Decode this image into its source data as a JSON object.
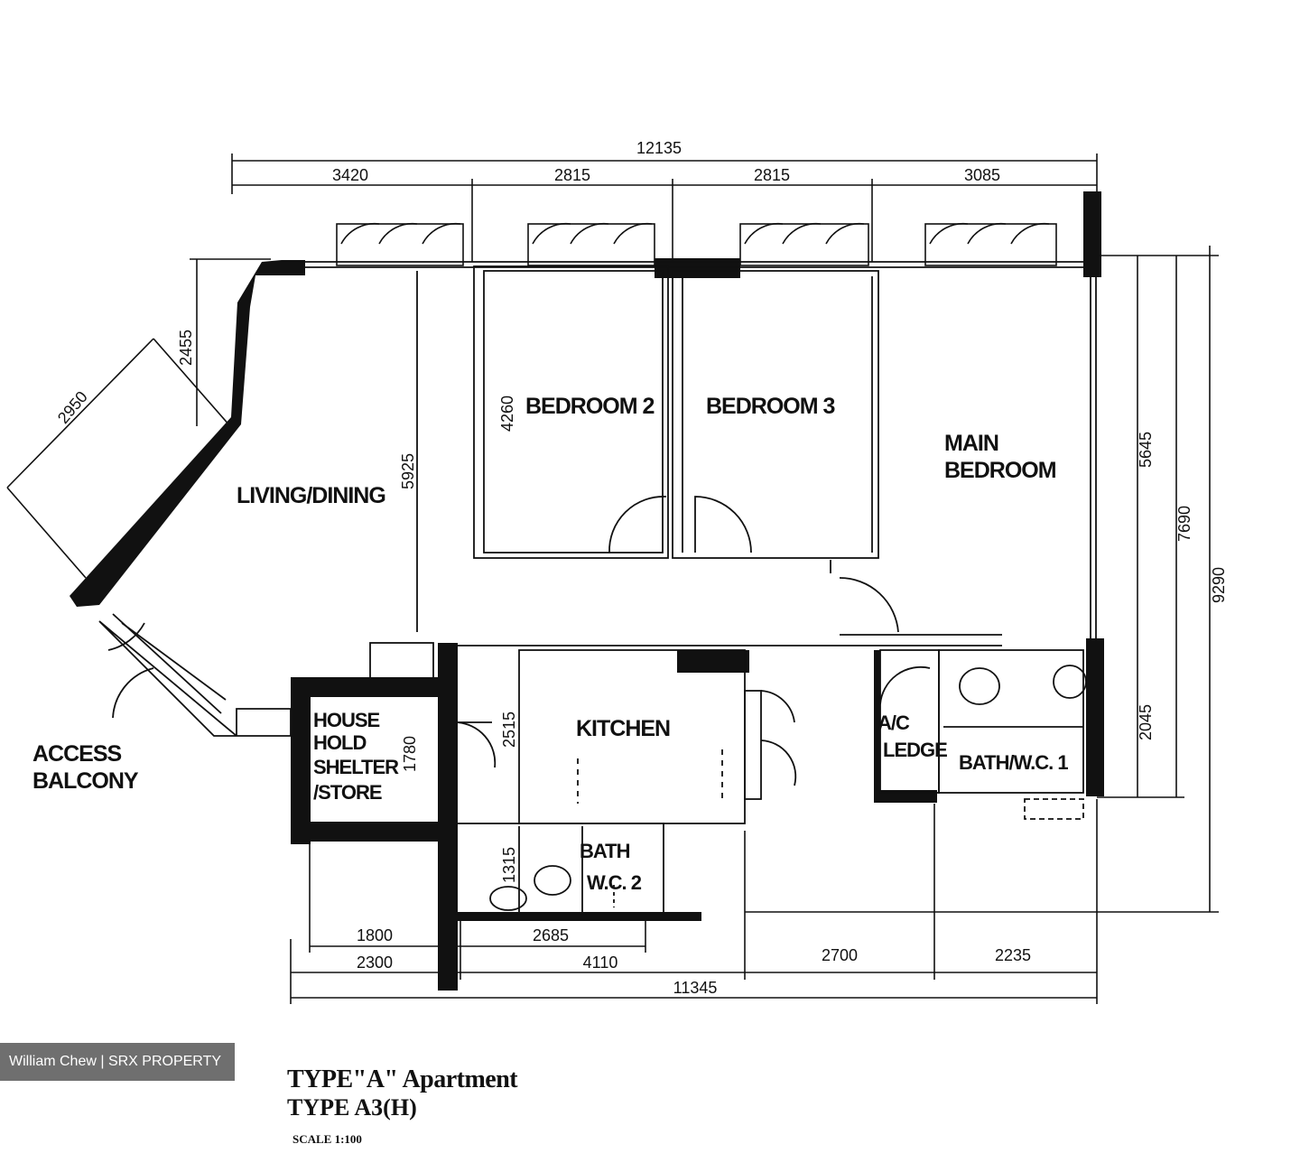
{
  "plan": {
    "dimensions": {
      "top_total": "12135",
      "top_segments": [
        "3420",
        "2815",
        "2815",
        "3085"
      ],
      "bottom_inner": [
        "1800",
        "2685"
      ],
      "bottom_segments": [
        "2300",
        "4110",
        "2700",
        "2235"
      ],
      "bottom_total": "11345",
      "right": [
        "5645",
        "7690",
        "9290",
        "2045"
      ],
      "left_balcony_a": "2455",
      "left_balcony_b": "2950",
      "living_depth": "5925",
      "bedroom_depth": "4260",
      "kitchen_depth": "2515",
      "store_depth": "1780",
      "bath2_depth": "1315"
    },
    "rooms": {
      "living": "LIVING/DINING",
      "bedroom2": "BEDROOM 2",
      "bedroom3": "BEDROOM 3",
      "main_bedroom_1": "MAIN",
      "main_bedroom_2": "BEDROOM",
      "kitchen": "KITCHEN",
      "shelter_1": "HOUSE",
      "shelter_2": "HOLD",
      "shelter_3": "SHELTER",
      "shelter_4": "/STORE",
      "ac_ledge_1": "A/C",
      "ac_ledge_2": "LEDGE",
      "bath1": "BATH/W.C. 1",
      "bath2_1": "BATH",
      "bath2_2": "W.C. 2",
      "access_balcony_1": "ACCESS",
      "access_balcony_2": "BALCONY"
    }
  },
  "watermark": "William Chew | SRX PROPERTY",
  "title": {
    "line1": "TYPE\"A\" Apartment",
    "line2": "TYPE A3(H)",
    "scale": "SCALE 1:100"
  }
}
